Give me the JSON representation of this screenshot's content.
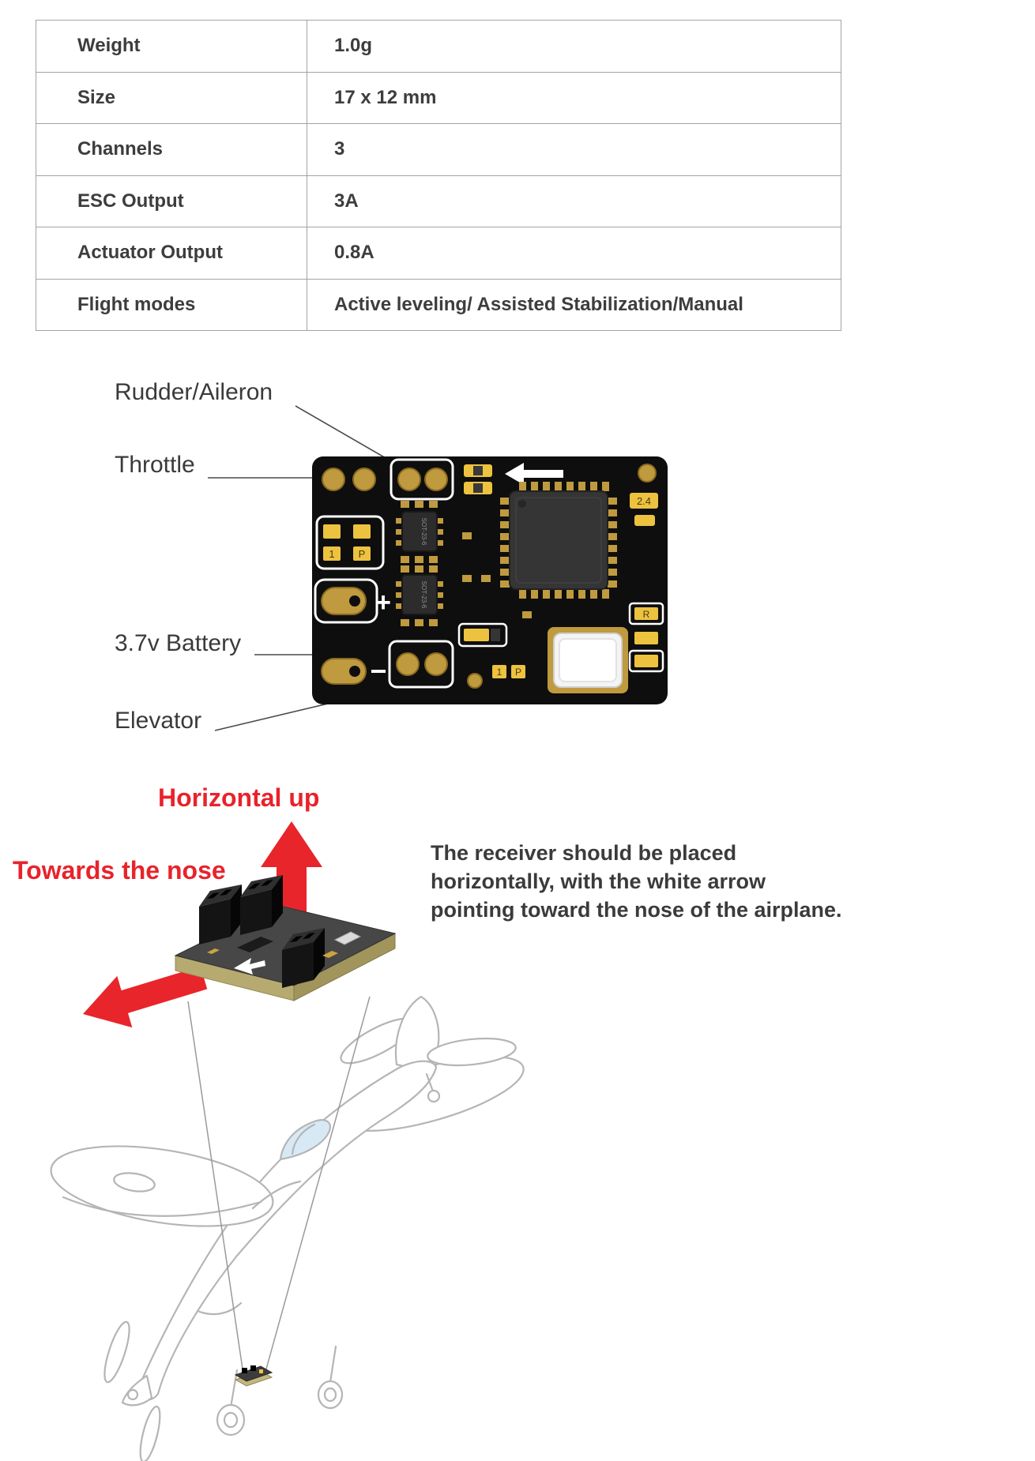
{
  "specs_table": {
    "rows": [
      {
        "label": "Weight",
        "value": "1.0g"
      },
      {
        "label": "Size",
        "value": "17 x 12 mm"
      },
      {
        "label": "Channels",
        "value": "3"
      },
      {
        "label": "ESC Output",
        "value": "3A"
      },
      {
        "label": "Actuator Output",
        "value": "0.8A"
      },
      {
        "label": "Flight modes",
        "value": "Active leveling/ Assisted Stabilization/Manual"
      }
    ]
  },
  "pcb_diagram": {
    "labels": {
      "rudder_aileron": "Rudder/Aileron",
      "throttle": "Throttle",
      "battery": "3.7v Battery",
      "elevator": "Elevator"
    },
    "silkscreen": {
      "plus": "+",
      "minus": "−",
      "one": "1",
      "p": "P",
      "r": "R",
      "two_four": "2.4",
      "sot": "SOT-23-6"
    }
  },
  "orientation": {
    "horizontal_up_label": "Horizontal up",
    "towards_nose_label": "Towards the nose",
    "description_lines": [
      "The receiver should be placed",
      "horizontally,  with the white arrow",
      "pointing toward the nose of the airplane."
    ],
    "red": "#e8252b",
    "gold": "#bf9a3e"
  }
}
